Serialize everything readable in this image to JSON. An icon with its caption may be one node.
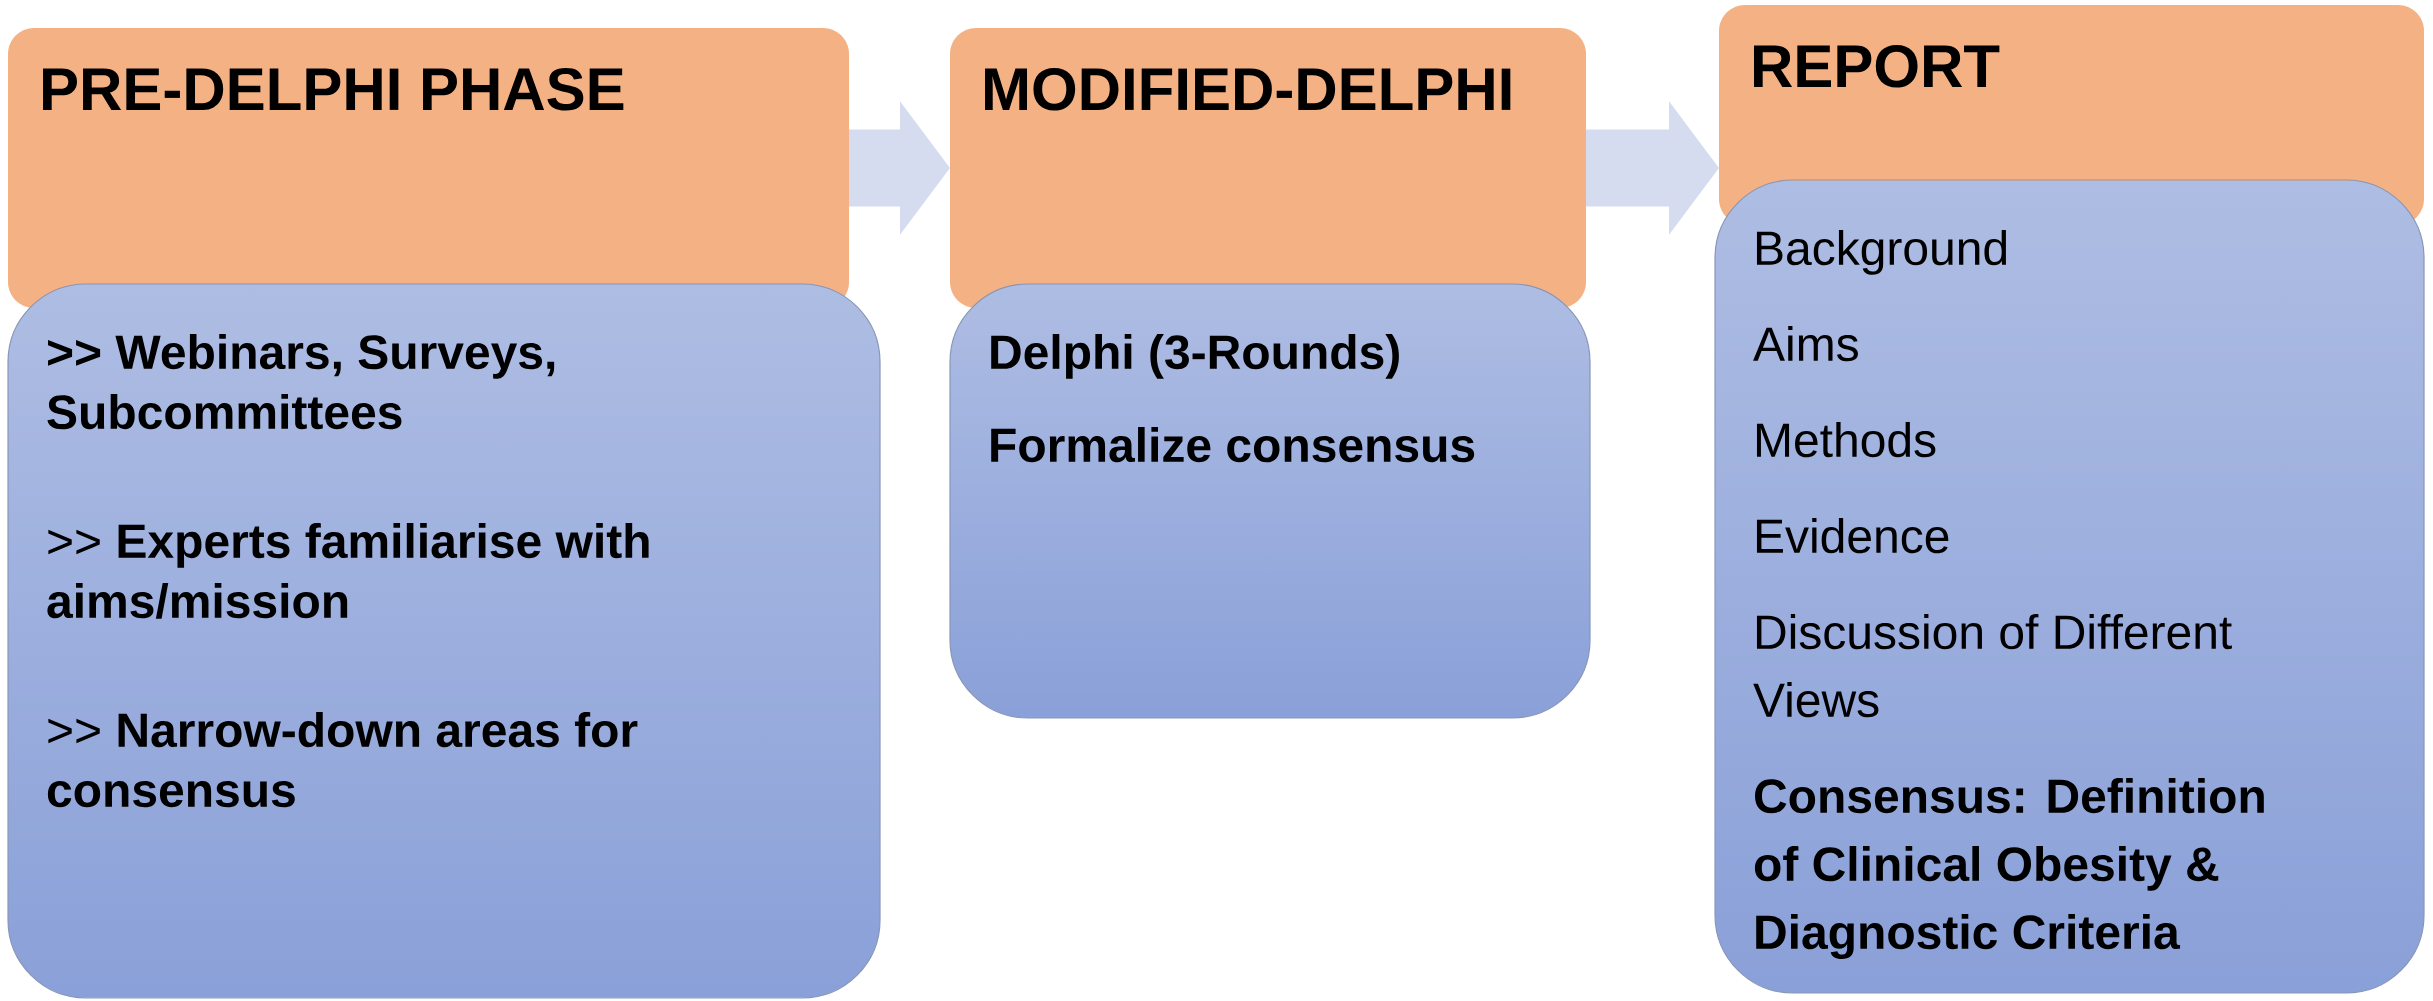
{
  "diagram": {
    "nodes": [
      {
        "text": [
          "PRE-DELPHI PHASE"
        ]
      },
      {
        "text": [
          ">> Webinars, Surveys, Subcommittees",
          ">> **Experts familiarise with aims/mission**",
          ">> **Narrow-down areas for consensus**"
        ]
      },
      {
        "text": [
          "MODIFIED-DELPHI"
        ]
      },
      {
        "text": [
          "Delphi (3-Rounds)",
          "Formalize consensus"
        ]
      },
      {
        "text": [
          "REPORT"
        ]
      },
      {
        "text": [
          "Background",
          "Aims",
          "Methods",
          "Evidence",
          "Discussion of Different Views",
          "Consensus: Definition of Clinical Obesity & Diagnostic Criteria"
        ]
      }
    ],
    "edges": [
      {
        "from": 0,
        "to": 2,
        "arrow": "to"
      },
      {
        "from": 2,
        "to": 4,
        "arrow": "to"
      }
    ]
  }
}
